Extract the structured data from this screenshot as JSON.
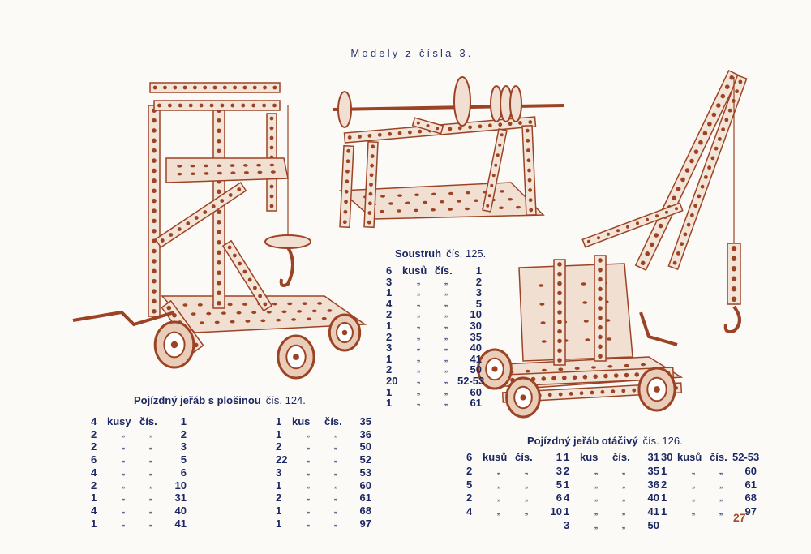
{
  "page_title": "Modely z čísla 3.",
  "page_number": "27",
  "colors": {
    "ink": "#1d2763",
    "illustration": "#9c4325",
    "page_number": "#a2502a"
  },
  "models": [
    {
      "name": "Pojízdný jeřáb s plošinou",
      "number": "čís. 124.",
      "columns": [
        [
          {
            "qty": "4",
            "unit": "kusy",
            "label": "čís.",
            "num": "1"
          },
          {
            "qty": "2",
            "unit": "„",
            "label": "„",
            "num": "2"
          },
          {
            "qty": "2",
            "unit": "„",
            "label": "„",
            "num": "3"
          },
          {
            "qty": "6",
            "unit": "„",
            "label": "„",
            "num": "5"
          },
          {
            "qty": "4",
            "unit": "„",
            "label": "„",
            "num": "6"
          },
          {
            "qty": "2",
            "unit": "„",
            "label": "„",
            "num": "10"
          },
          {
            "qty": "1",
            "unit": "„",
            "label": "„",
            "num": "31"
          },
          {
            "qty": "4",
            "unit": "„",
            "label": "„",
            "num": "40"
          },
          {
            "qty": "1",
            "unit": "„",
            "label": "„",
            "num": "41"
          }
        ],
        [
          {
            "qty": "1",
            "unit": "kus",
            "label": "čís.",
            "num": "35"
          },
          {
            "qty": "1",
            "unit": "„",
            "label": "„",
            "num": "36"
          },
          {
            "qty": "2",
            "unit": "„",
            "label": "„",
            "num": "50"
          },
          {
            "qty": "22",
            "unit": "„",
            "label": "„",
            "num": "52"
          },
          {
            "qty": "3",
            "unit": "„",
            "label": "„",
            "num": "53"
          },
          {
            "qty": "1",
            "unit": "„",
            "label": "„",
            "num": "60"
          },
          {
            "qty": "2",
            "unit": "„",
            "label": "„",
            "num": "61"
          },
          {
            "qty": "1",
            "unit": "„",
            "label": "„",
            "num": "68"
          },
          {
            "qty": "1",
            "unit": "„",
            "label": "„",
            "num": "97"
          }
        ]
      ]
    },
    {
      "name": "Soustruh",
      "number": "čís. 125.",
      "columns": [
        [
          {
            "qty": "6",
            "unit": "kusů",
            "label": "čís.",
            "num": "1"
          },
          {
            "qty": "3",
            "unit": "„",
            "label": "„",
            "num": "2"
          },
          {
            "qty": "1",
            "unit": "„",
            "label": "„",
            "num": "3"
          },
          {
            "qty": "4",
            "unit": "„",
            "label": "„",
            "num": "5"
          },
          {
            "qty": "2",
            "unit": "„",
            "label": "„",
            "num": "10"
          },
          {
            "qty": "1",
            "unit": "„",
            "label": "„",
            "num": "30"
          },
          {
            "qty": "2",
            "unit": "„",
            "label": "„",
            "num": "35"
          },
          {
            "qty": "3",
            "unit": "„",
            "label": "„",
            "num": "40"
          },
          {
            "qty": "1",
            "unit": "„",
            "label": "„",
            "num": "41"
          },
          {
            "qty": "2",
            "unit": "„",
            "label": "„",
            "num": "50"
          },
          {
            "qty": "20",
            "unit": "„",
            "label": "„",
            "num": "52-53"
          },
          {
            "qty": "1",
            "unit": "„",
            "label": "„",
            "num": "60"
          },
          {
            "qty": "1",
            "unit": "„",
            "label": "„",
            "num": "61"
          }
        ]
      ]
    },
    {
      "name": "Pojízdný jeřáb otáčivý",
      "number": "čís. 126.",
      "columns": [
        [
          {
            "qty": "6",
            "unit": "kusů",
            "label": "čís.",
            "num": "1"
          },
          {
            "qty": "2",
            "unit": "„",
            "label": "„",
            "num": "3"
          },
          {
            "qty": "5",
            "unit": "„",
            "label": "„",
            "num": "5"
          },
          {
            "qty": "2",
            "unit": "„",
            "label": "„",
            "num": "6"
          },
          {
            "qty": "4",
            "unit": "„",
            "label": "„",
            "num": "10"
          }
        ],
        [
          {
            "qty": "1",
            "unit": "kus",
            "label": "čís.",
            "num": "31"
          },
          {
            "qty": "2",
            "unit": "„",
            "label": "„",
            "num": "35"
          },
          {
            "qty": "1",
            "unit": "„",
            "label": "„",
            "num": "36"
          },
          {
            "qty": "4",
            "unit": "„",
            "label": "„",
            "num": "40"
          },
          {
            "qty": "1",
            "unit": "„",
            "label": "„",
            "num": "41"
          },
          {
            "qty": "3",
            "unit": "„",
            "label": "„",
            "num": "50"
          }
        ],
        [
          {
            "qty": "30",
            "unit": "kusů",
            "label": "čís.",
            "num": "52-53"
          },
          {
            "qty": "1",
            "unit": "„",
            "label": "„",
            "num": "60"
          },
          {
            "qty": "2",
            "unit": "„",
            "label": "„",
            "num": "61"
          },
          {
            "qty": "1",
            "unit": "„",
            "label": "„",
            "num": "68"
          },
          {
            "qty": "1",
            "unit": "„",
            "label": "„",
            "num": "97"
          }
        ]
      ]
    }
  ]
}
